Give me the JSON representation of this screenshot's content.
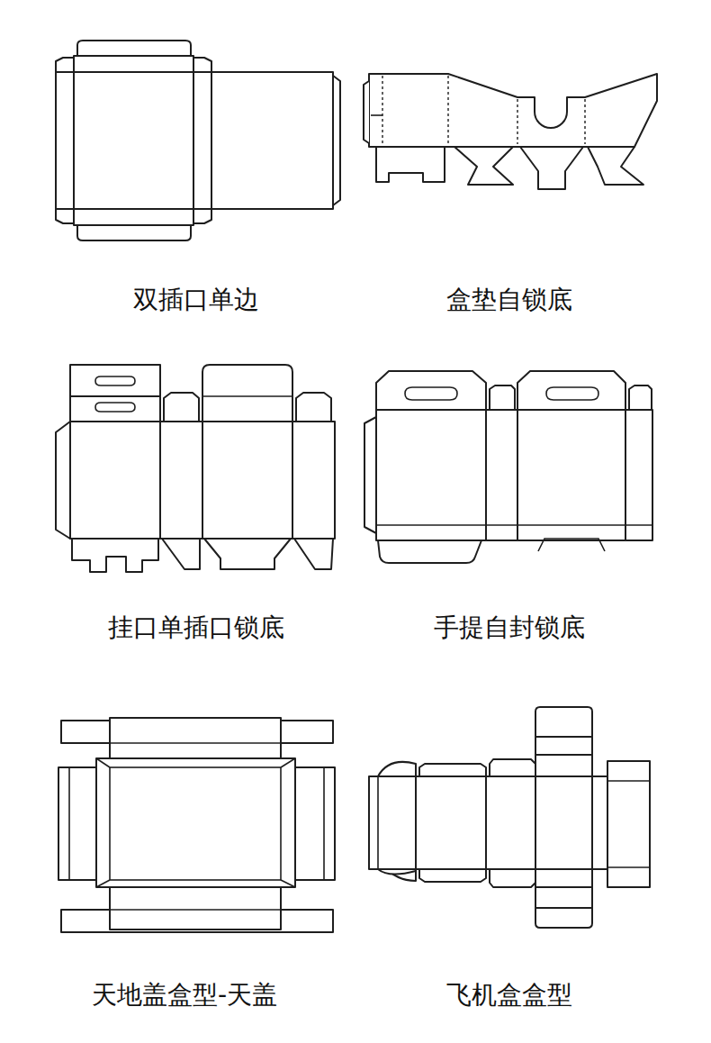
{
  "diagram": {
    "labels": [
      "双插口单边",
      "盒垫自锁底",
      "挂口单插口锁底",
      "手提自封锁底",
      "天地盖盒型-天盖",
      "飞机盒盒型"
    ]
  }
}
